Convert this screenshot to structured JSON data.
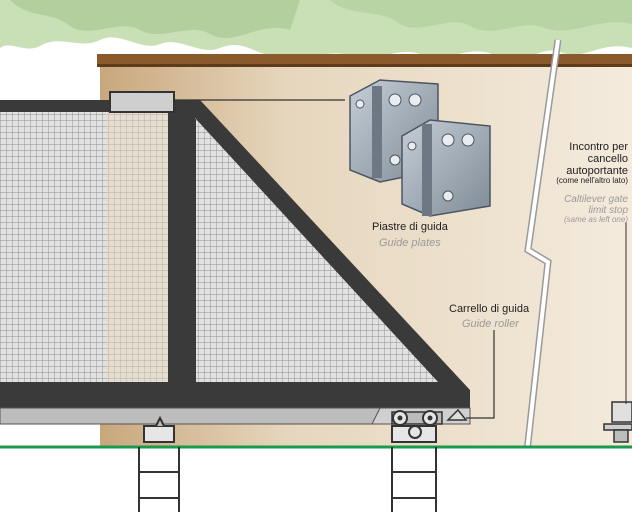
{
  "labels": {
    "guide_plates": {
      "it": "Piastre di guida",
      "en": "Guide plates"
    },
    "guide_roller": {
      "it": "Carrello di guida",
      "en": "Guide roller"
    },
    "limit_stop": {
      "it_line1": "Incontro per",
      "it_line2": "cancello",
      "it_line3": "autoportante",
      "it_note": "(come nell'altro lato)",
      "en_line1": "Caltilever gate",
      "en_line2": "limit stop",
      "en_note": "(same as left one)"
    }
  },
  "colors": {
    "wall": "#efe4d0",
    "wall_shadow": "#c9a77d",
    "coping": "#8a5a2b",
    "frame": "#3a3a3a",
    "mesh_bg": "#d9d9d9",
    "ground_line": "#1a9b4b",
    "foliage": "#bcd6a8",
    "plate_metal": "#9aa6b2"
  }
}
